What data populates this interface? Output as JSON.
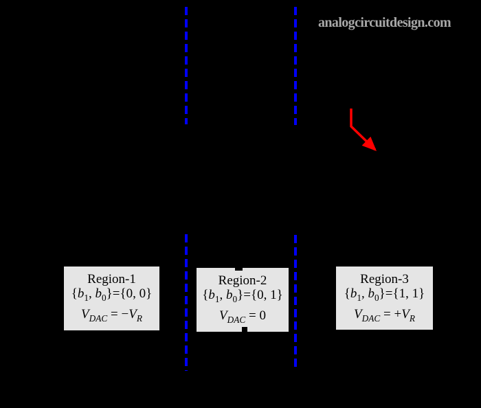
{
  "watermark": {
    "text": "analogcircuitdesign.com"
  },
  "colors": {
    "background": "#000000",
    "divider": "#0000ff",
    "arrow": "#ff0000",
    "boxFill": "#e5e5e5",
    "boxText": "#000000",
    "watermark": "#a8a8a8"
  },
  "regions": [
    {
      "title": "Region-1",
      "bits": [
        {
          "t": "{"
        },
        {
          "t": "b",
          "i": 1
        },
        {
          "t": "1",
          "sub": 1
        },
        {
          "t": ", "
        },
        {
          "t": "b",
          "i": 1
        },
        {
          "t": "0",
          "sub": 1
        },
        {
          "t": "}={0, 0}"
        }
      ],
      "vdac": [
        {
          "t": "V",
          "i": 1
        },
        {
          "t": "DAC",
          "i": 1,
          "sub": 1
        },
        {
          "t": " = −"
        },
        {
          "t": "V",
          "i": 1
        },
        {
          "t": "R",
          "i": 1,
          "sub": 1
        }
      ]
    },
    {
      "title": "Region-2",
      "bits": [
        {
          "t": "{"
        },
        {
          "t": "b",
          "i": 1
        },
        {
          "t": "1",
          "sub": 1
        },
        {
          "t": ", "
        },
        {
          "t": "b",
          "i": 1
        },
        {
          "t": "0",
          "sub": 1
        },
        {
          "t": "}={0, 1}"
        }
      ],
      "vdac": [
        {
          "t": "V",
          "i": 1
        },
        {
          "t": "DAC",
          "i": 1,
          "sub": 1
        },
        {
          "t": " = 0"
        }
      ]
    },
    {
      "title": "Region-3",
      "bits": [
        {
          "t": "{"
        },
        {
          "t": "b",
          "i": 1
        },
        {
          "t": "1",
          "sub": 1
        },
        {
          "t": ", "
        },
        {
          "t": "b",
          "i": 1
        },
        {
          "t": "0",
          "sub": 1
        },
        {
          "t": "}={1, 1}"
        }
      ],
      "vdac": [
        {
          "t": "V",
          "i": 1
        },
        {
          "t": "DAC",
          "i": 1,
          "sub": 1
        },
        {
          "t": " = +"
        },
        {
          "t": "V",
          "i": 1
        },
        {
          "t": "R",
          "i": 1,
          "sub": 1
        }
      ]
    }
  ]
}
